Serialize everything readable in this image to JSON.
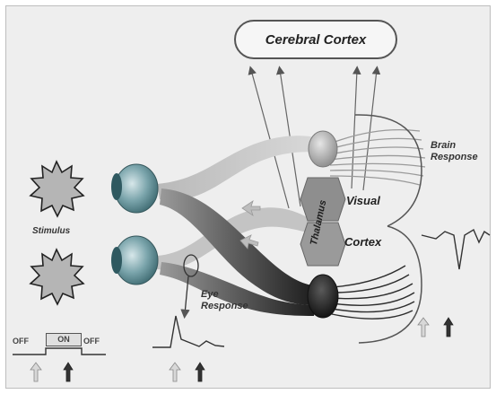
{
  "diagram": {
    "cortex_label": "Cerebral Cortex",
    "brain_response_line1": "Brain",
    "brain_response_line2": "Response",
    "stimulus_label": "Stimulus",
    "thalamus_label": "Thalamus",
    "visual_label": "Visual",
    "cortex_side_label": "Cortex",
    "eye_response_line1": "Eye",
    "eye_response_line2": "Response",
    "off_left": "OFF",
    "on": "ON",
    "off_right": "OFF"
  },
  "colors": {
    "background": "#eeeeee",
    "eye": "#5f8f96",
    "thalamus": "#8c8c8c",
    "dark_nucleus": "#202020"
  }
}
